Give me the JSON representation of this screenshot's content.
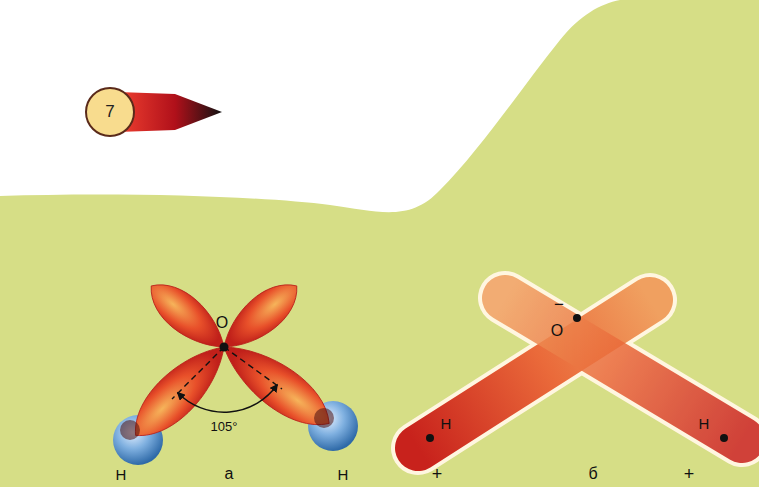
{
  "diagram": {
    "nodes": [
      {
        "text": [
          "7"
        ]
      }
    ],
    "labels": [
      "O",
      "105°",
      "H",
      "а",
      "H",
      "−",
      "O",
      "H",
      "H",
      "+",
      "б",
      "+"
    ]
  }
}
